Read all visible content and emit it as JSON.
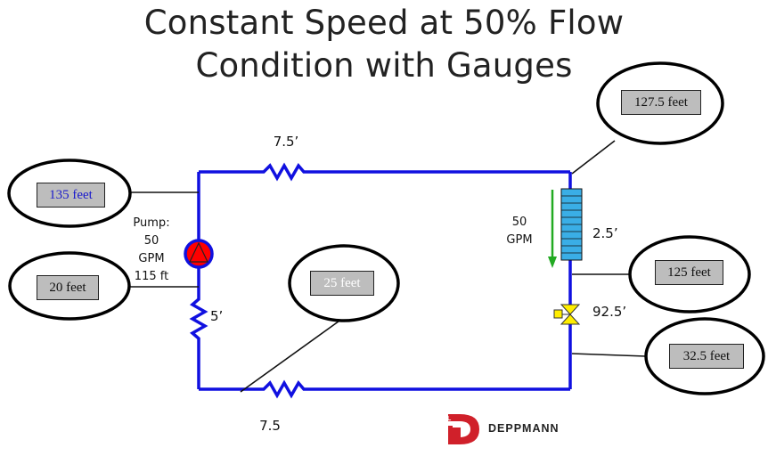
{
  "title": {
    "line1": "Constant Speed at 50% Flow",
    "line2": "Condition with Gauges"
  },
  "pipe_labels": {
    "top_loss": "7.5’",
    "bottom_loss": "7.5",
    "pump_side_loss": "5’",
    "coil_loss": "2.5’",
    "valve_loss": "92.5’"
  },
  "pump": {
    "label_lines": [
      "Pump:",
      "50",
      "GPM",
      "115 ft"
    ]
  },
  "flow": {
    "value": "50",
    "unit": "GPM"
  },
  "gauges": {
    "pump_discharge": "135 feet",
    "pump_suction": "20 feet",
    "bottom_pipe": "25 feet",
    "coil_inlet": "127.5 feet",
    "coil_outlet": "125 feet",
    "valve_outlet": "32.5 feet"
  },
  "colors": {
    "pipe": "#1010e0",
    "coil": "#3aaee6",
    "pump_red": "#ff0000",
    "flow_arrow": "#22aa22",
    "valve": "#ffee00",
    "gauge_fill": "#bdbdbd",
    "pump_discharge_text": "#1a1acc",
    "bottom_pipe_text": "#ffffff",
    "logo_red": "#d0202a"
  },
  "logo": {
    "mark": "RL",
    "name": "DEPPMANN"
  }
}
